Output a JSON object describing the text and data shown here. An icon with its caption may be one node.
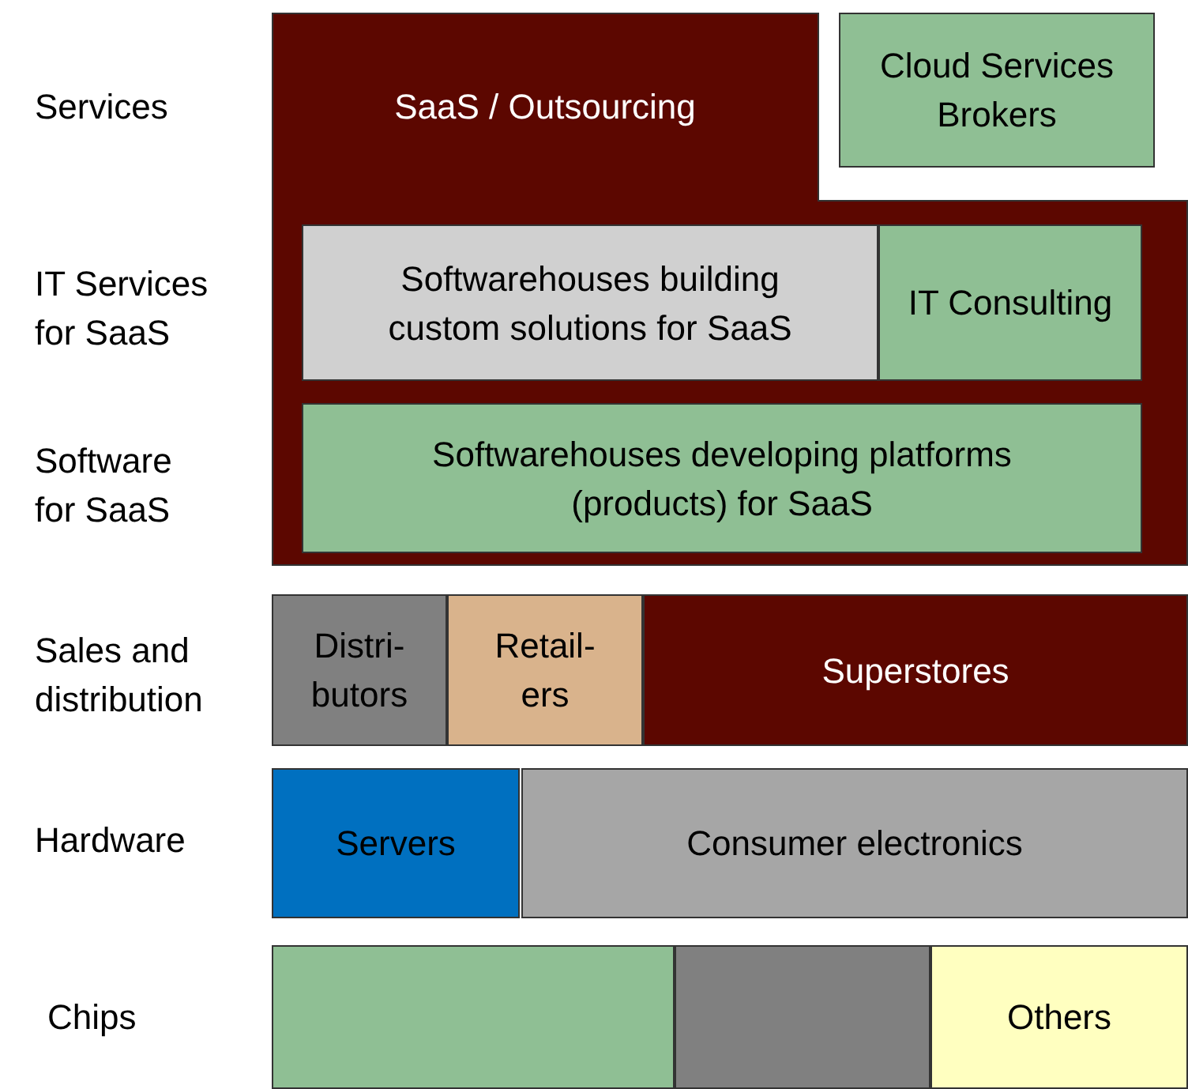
{
  "diagram": {
    "nodes": [
      {
        "text": [
          "SaaS / Outsourcing"
        ]
      },
      {
        "text": [
          "Cloud Services Brokers"
        ]
      },
      {
        "text": [
          "Softwarehouses building custom solutions for SaaS"
        ],
        "in": 0
      },
      {
        "text": [
          "IT Consulting"
        ],
        "in": 0
      },
      {
        "text": [
          "Softwarehouses developing platforms (products) for SaaS"
        ],
        "in": 0
      },
      {
        "text": [
          "Distri- butors"
        ]
      },
      {
        "text": [
          "Retail- ers"
        ]
      },
      {
        "text": [
          "Superstores"
        ]
      },
      {
        "text": [
          "Servers"
        ]
      },
      {
        "text": [
          "Consumer electronics"
        ]
      },
      {
        "text": [],
        "shape": "box"
      },
      {
        "text": [],
        "shape": "box"
      },
      {
        "text": [
          "Others"
        ]
      }
    ],
    "labels": [
      "Services",
      "IT Services for SaaS",
      "Software for SaaS",
      "Sales and distribution",
      "Hardware",
      "Chips"
    ]
  }
}
